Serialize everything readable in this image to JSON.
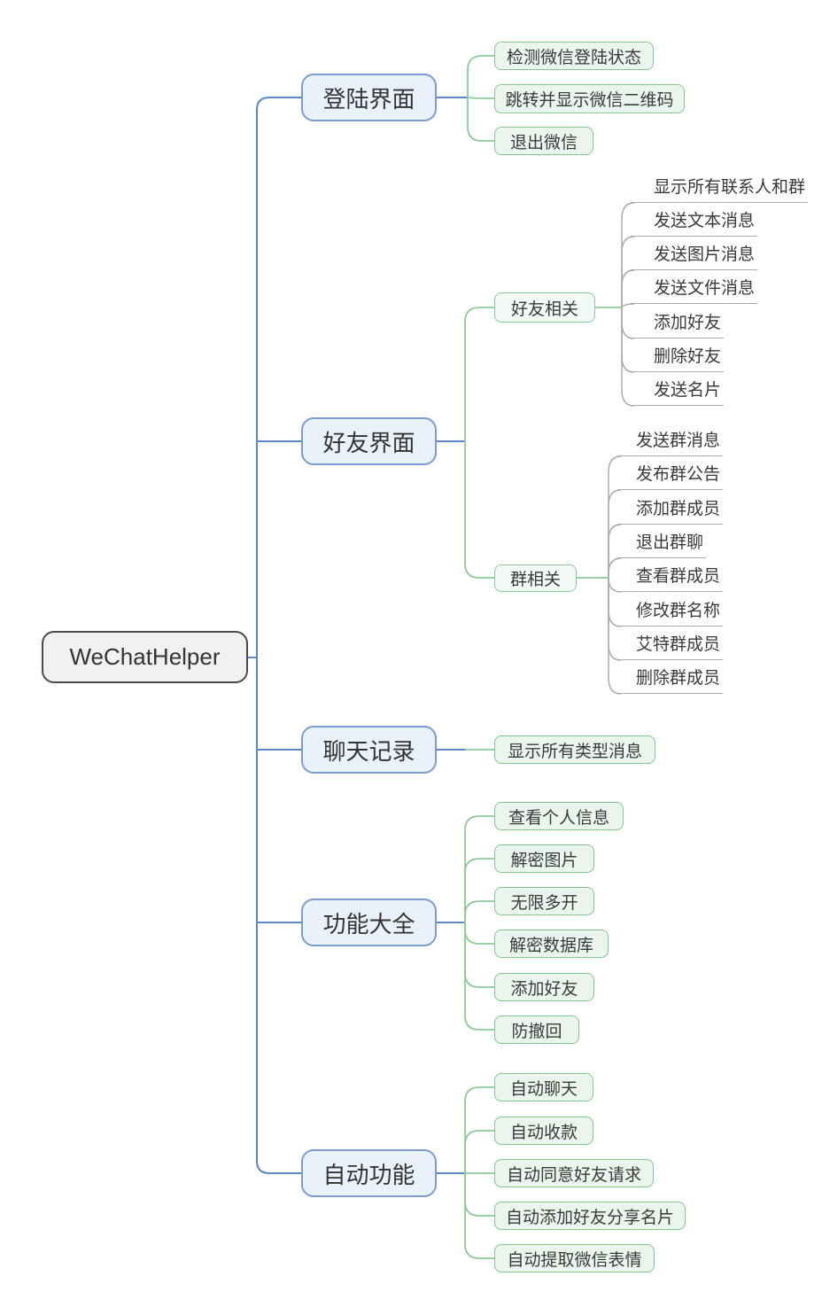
{
  "root": {
    "label": "WeChatHelper"
  },
  "branches": [
    {
      "label": "登陆界面",
      "children": [
        "检测微信登陆状态",
        "跳转并显示微信二维码",
        "退出微信"
      ]
    },
    {
      "label": "好友界面",
      "children": [
        {
          "label": "好友相关",
          "children": [
            "显示所有联系人和群",
            "发送文本消息",
            "发送图片消息",
            "发送文件消息",
            "添加好友",
            "删除好友",
            "发送名片"
          ]
        },
        {
          "label": "群相关",
          "children": [
            "发送群消息",
            "发布群公告",
            "添加群成员",
            "退出群聊",
            "查看群成员",
            "修改群名称",
            "艾特群成员",
            "删除群成员"
          ]
        }
      ]
    },
    {
      "label": "聊天记录",
      "children": [
        "显示所有类型消息"
      ]
    },
    {
      "label": "功能大全",
      "children": [
        "查看个人信息",
        "解密图片",
        "无限多开",
        "解密数据库",
        "添加好友",
        "防撤回"
      ]
    },
    {
      "label": "自动功能",
      "children": [
        "自动聊天",
        "自动收款",
        "自动同意好友请求",
        "自动添加好友分享名片",
        "自动提取微信表情"
      ]
    }
  ],
  "colors": {
    "root_fill": "#f1f1f1",
    "root_border": "#4a4a4a",
    "branch_fill": "#e9f1fb",
    "branch_border": "#7c9cd0",
    "leaf_fill": "#eaf6ed",
    "leaf_border": "#87c591",
    "connector_blue": "#5988c5",
    "connector_green": "#8fc99a",
    "connector_gray": "#ababab"
  }
}
